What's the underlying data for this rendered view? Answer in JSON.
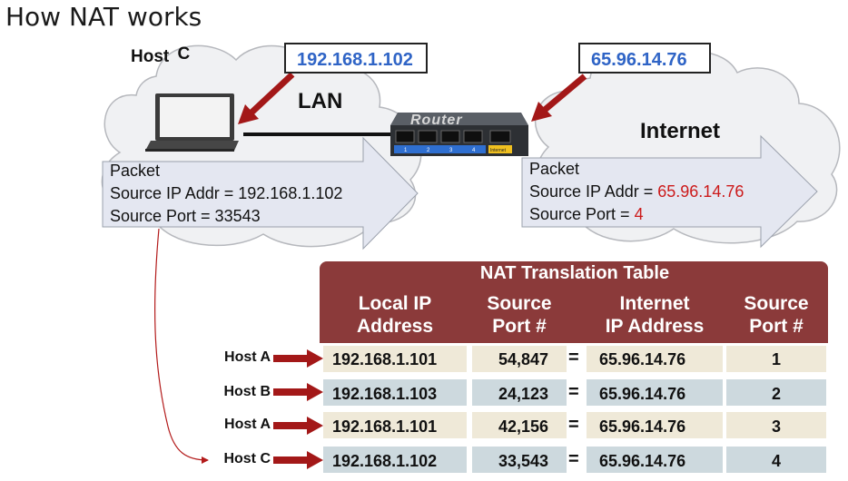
{
  "title": "How NAT works",
  "host_label": "Host",
  "host_letter": "C",
  "lan_ip_callout": "192.168.1.102",
  "internet_ip_callout": "65.96.14.76",
  "lan_label": "LAN",
  "internet_label": "Internet",
  "router_label": "Router",
  "router_ports": [
    "1",
    "2",
    "3",
    "4",
    "Internet"
  ],
  "left_packet": {
    "line1": "Packet",
    "line2": "Source IP Addr = 192.168.1.102",
    "line3": "Source Port = 33543"
  },
  "right_packet": {
    "line1": "Packet",
    "line2_label": "Source IP Addr = ",
    "line2_value": "65.96.14.76",
    "line3_label": "Source Port = ",
    "line3_value": "4"
  },
  "nat_table": {
    "title": "NAT Translation Table",
    "headers": {
      "local_ip_1": "Local IP",
      "local_ip_2": "Address",
      "src_port_1": "Source",
      "src_port_2": "Port #",
      "inet_ip_1": "Internet",
      "inet_ip_2": "IP Address",
      "inet_port_1": "Source",
      "inet_port_2": "Port #"
    },
    "equals": "=",
    "rows": [
      {
        "host": "Host A",
        "local_ip": "192.168.1.101",
        "src_port": "54,847",
        "inet_ip": "65.96.14.76",
        "inet_port": "1"
      },
      {
        "host": "Host B",
        "local_ip": "192.168.1.103",
        "src_port": "24,123",
        "inet_ip": "65.96.14.76",
        "inet_port": "2"
      },
      {
        "host": "Host A",
        "local_ip": "192.168.1.101",
        "src_port": "42,156",
        "inet_ip": "65.96.14.76",
        "inet_port": "3"
      },
      {
        "host": "Host C",
        "local_ip": "192.168.1.102",
        "src_port": "33,543",
        "inet_ip": "65.96.14.76",
        "inet_port": "4"
      }
    ]
  },
  "colors": {
    "callout_text": "#2f64c6",
    "table_header": "#8b3a3a",
    "arrow_red": "#a31818",
    "row_beige": "#efe9d8",
    "row_bluegray": "#cdd9de",
    "packet_fill": "#e4e7f1",
    "highlight_red": "#cc1a1a"
  }
}
